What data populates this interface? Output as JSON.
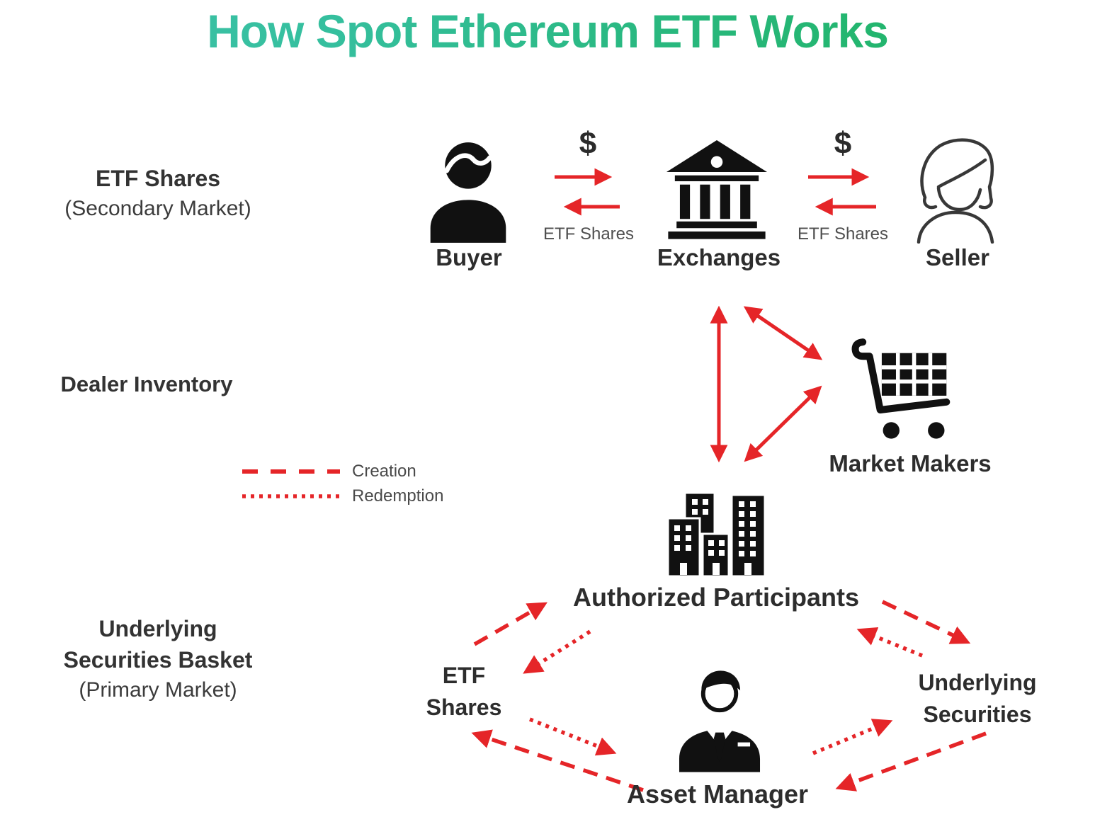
{
  "title": "How Spot Ethereum ETF Works",
  "colors": {
    "title_gradient_start": "#41c3aa",
    "title_gradient_end": "#1eb35f",
    "arrow_red": "#e52528",
    "icon_black": "#111111",
    "label_dark": "#2d2d2d",
    "label_gray": "#4f4f4f"
  },
  "left_labels": {
    "secondary_line1": "ETF Shares",
    "secondary_line2": "(Secondary Market)",
    "dealer": "Dealer Inventory",
    "primary_line1": "Underlying",
    "primary_line2": "Securities Basket",
    "primary_line3": "(Primary Market)"
  },
  "secondary_market": {
    "buyer_label": "Buyer",
    "exchanges_label": "Exchanges",
    "seller_label": "Seller",
    "dollar_left": "$",
    "dollar_right": "$",
    "etf_shares_left": "ETF Shares",
    "etf_shares_right": "ETF Shares"
  },
  "dealer_inventory": {
    "market_makers_label": "Market Makers"
  },
  "legend": {
    "creation_label": "Creation",
    "redemption_label": "Redemption"
  },
  "primary_market": {
    "authorized_participants_label": "Authorized Participants",
    "etf_shares_line1": "ETF",
    "etf_shares_line2": "Shares",
    "asset_manager_label": "Asset Manager",
    "underlying_line1": "Underlying",
    "underlying_line2": "Securities"
  },
  "icons": {
    "buyer": "person-silhouette-icon",
    "exchanges": "bank-building-icon",
    "seller": "woman-outline-icon",
    "market_makers": "shopping-cart-icon",
    "authorized_participants": "city-buildings-icon",
    "asset_manager": "businessman-icon"
  }
}
